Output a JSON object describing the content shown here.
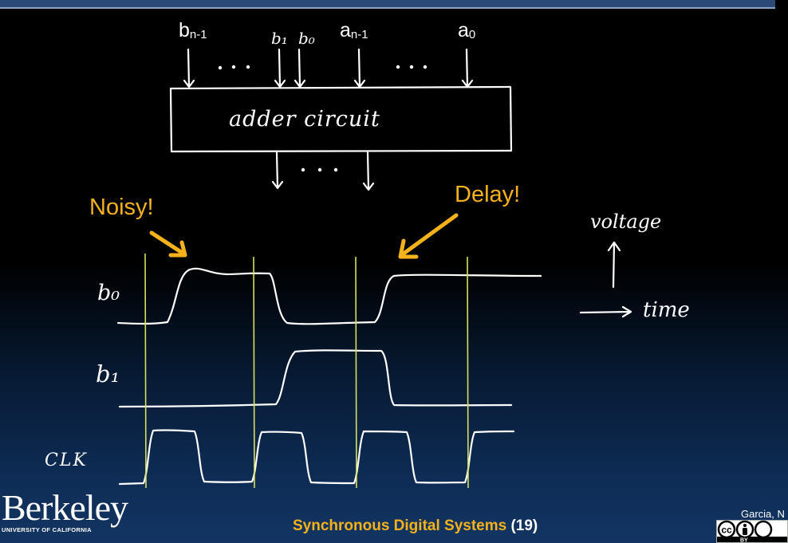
{
  "inputs": {
    "b_n1": {
      "base": "b",
      "sub": "n-1"
    },
    "b1": "b₁",
    "b0": "b₀",
    "a_n1": {
      "base": "a",
      "sub": "n-1"
    },
    "a0": {
      "base": "a",
      "sub": "0"
    }
  },
  "ellipsis": "• • •",
  "circuit_label": "adder circuit",
  "callouts": {
    "noisy": "Noisy!",
    "delay": "Delay!"
  },
  "signals": {
    "b0": "b₀",
    "b1": "b₁",
    "clk": "CLK"
  },
  "legend": {
    "voltage": "voltage",
    "time": "time"
  },
  "footer": {
    "title": "Synchronous Digital Systems",
    "page": "(19)"
  },
  "logo": {
    "word": "Berkeley",
    "sub": "UNIVERSITY OF CALIFORNIA"
  },
  "author": "Garcia, N",
  "license": {
    "cc": "cc",
    "by": "BY"
  },
  "colors": {
    "accent": "#f5b21a",
    "clock_edge": "#d8e05a",
    "ink": "#ffffff"
  }
}
